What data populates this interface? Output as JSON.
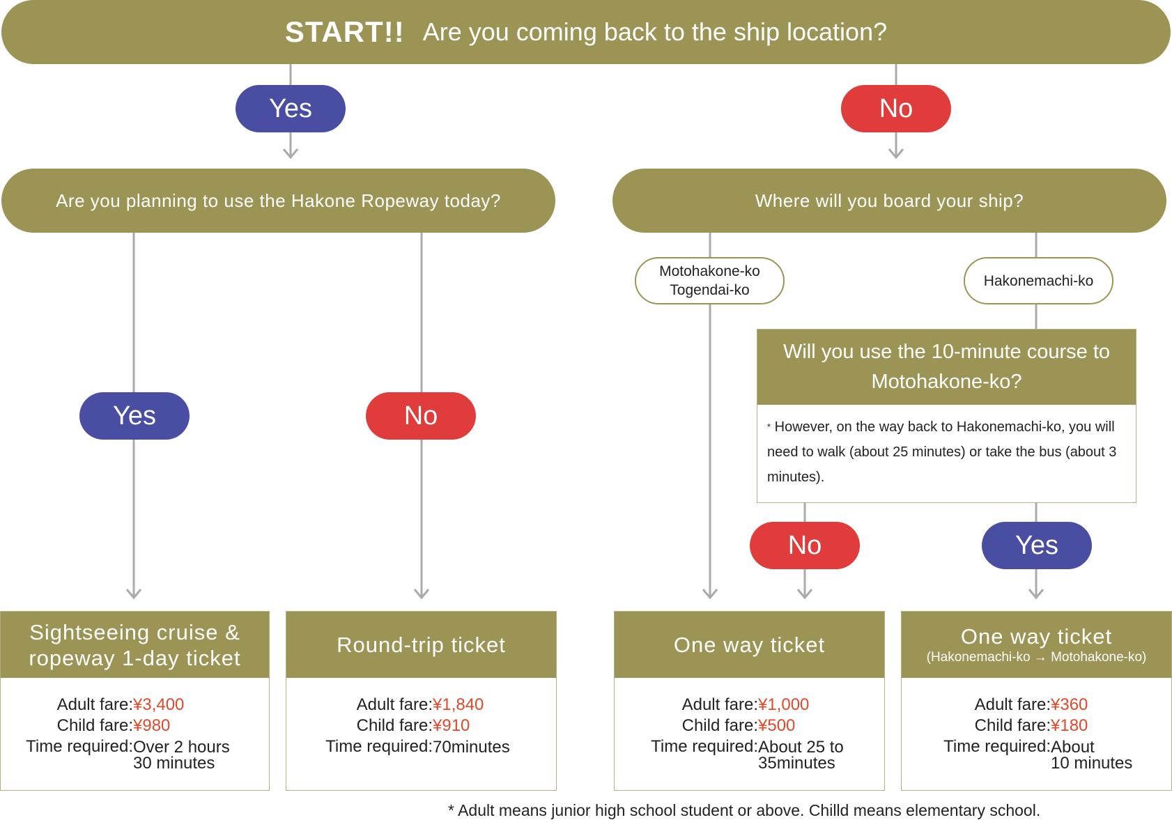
{
  "colors": {
    "olive": "#9c9455",
    "yes": "#4a4ea3",
    "no": "#e03c3c",
    "price": "#e04a2a",
    "line": "#aaaaaa"
  },
  "start": {
    "label": "START!!",
    "question": "Are you coming back to the ship location?"
  },
  "branch_left": {
    "answer": "Yes",
    "question": "Are you planning to use the Hakone Ropeway today?",
    "yes": "Yes",
    "no": "No"
  },
  "branch_right": {
    "answer": "No",
    "question": "Where will you board your ship?",
    "location_a": [
      "Motohakone-ko",
      "Togendai-ko"
    ],
    "location_b": "Hakonemachi-ko",
    "course_question": "Will you use the 10-minute course to Motohakone-ko?",
    "course_note_mark": "*",
    "course_note": "However, on the way back to Hakonemachi-ko, you will need to walk (about 25 minutes) or take the bus (about 3 minutes).",
    "no": "No",
    "yes": "Yes"
  },
  "labels": {
    "adult": "Adult fare:",
    "child": "Child fare:",
    "time": "Time required:"
  },
  "results": [
    {
      "title": "Sightseeing cruise & ropeway 1-day ticket",
      "subtitle": "",
      "adult": "¥3,400",
      "child": "¥980",
      "time": "Over 2 hours\n30 minutes"
    },
    {
      "title": "Round-trip ticket",
      "subtitle": "",
      "adult": "¥1,840",
      "child": "¥910",
      "time": "70minutes"
    },
    {
      "title": "One way ticket",
      "subtitle": "",
      "adult": "¥1,000",
      "child": "¥500",
      "time": "About 25 to\n35minutes"
    },
    {
      "title": "One way ticket",
      "subtitle": "(Hakonemachi-ko → Motohakone-ko)",
      "adult": "¥360",
      "child": "¥180",
      "time": "About\n10 minutes"
    }
  ],
  "footnote": "* Adult means junior high school student or above. Chilld means elementary school."
}
